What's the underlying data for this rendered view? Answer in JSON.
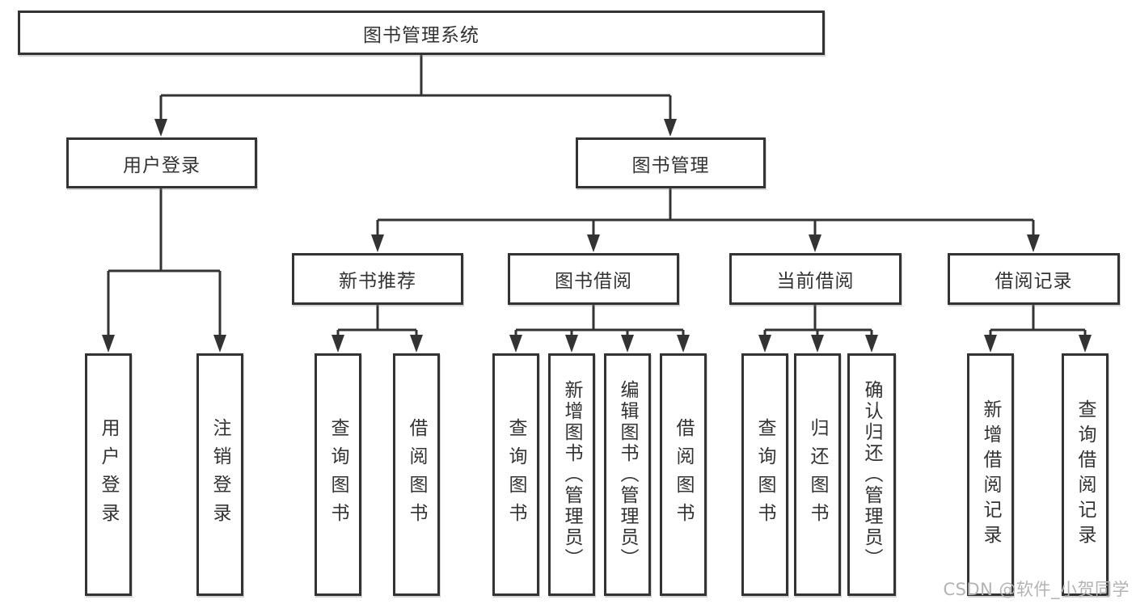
{
  "tree": {
    "root": {
      "label": "图书管理系统"
    },
    "children": [
      {
        "label": "用户登录",
        "children": [
          {
            "label": "用户登录"
          },
          {
            "label": "注销登录"
          }
        ]
      },
      {
        "label": "图书管理",
        "children": [
          {
            "label": "新书推荐",
            "children": [
              {
                "label": "查询图书"
              },
              {
                "label": "借阅图书"
              }
            ]
          },
          {
            "label": "图书借阅",
            "children": [
              {
                "label": "查询图书"
              },
              {
                "label": "新增图书（管理员）"
              },
              {
                "label": "编辑图书（管理员）"
              },
              {
                "label": "借阅图书"
              }
            ]
          },
          {
            "label": "当前借阅",
            "children": [
              {
                "label": "查询图书"
              },
              {
                "label": "归还图书"
              },
              {
                "label": "确认归还（管理员）"
              }
            ]
          },
          {
            "label": "借阅记录",
            "children": [
              {
                "label": "新增借阅记录"
              },
              {
                "label": "查询借阅记录"
              }
            ]
          }
        ]
      }
    ]
  },
  "watermark": {
    "text": "CSDN @软件_小贺同学"
  },
  "colors": {
    "line": "#333333",
    "text": "#333333",
    "box_background": "#ffffff",
    "watermark": "#b3b3b3",
    "background": "#ffffff"
  }
}
